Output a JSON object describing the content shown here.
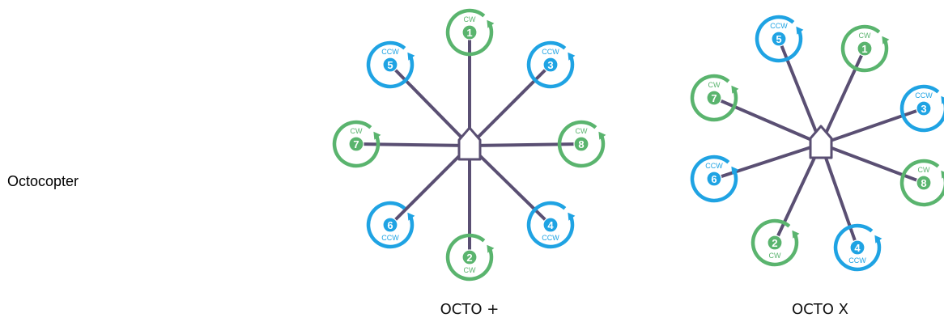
{
  "side_label": "Octocopter",
  "colors": {
    "cw": "#5ab46e",
    "ccw": "#1fa3e3",
    "frame": "#5a4f73",
    "body_fill": "#ffffff"
  },
  "diagrams": [
    {
      "caption": "OCTO +",
      "motors": [
        {
          "number": "1",
          "direction": "CW"
        },
        {
          "number": "3",
          "direction": "CCW"
        },
        {
          "number": "8",
          "direction": "CW"
        },
        {
          "number": "4",
          "direction": "CCW"
        },
        {
          "number": "2",
          "direction": "CW"
        },
        {
          "number": "6",
          "direction": "CCW"
        },
        {
          "number": "7",
          "direction": "CW"
        },
        {
          "number": "5",
          "direction": "CCW"
        }
      ]
    },
    {
      "caption": "OCTO X",
      "motors": [
        {
          "number": "1",
          "direction": "CW"
        },
        {
          "number": "3",
          "direction": "CCW"
        },
        {
          "number": "8",
          "direction": "CW"
        },
        {
          "number": "4",
          "direction": "CCW"
        },
        {
          "number": "2",
          "direction": "CW"
        },
        {
          "number": "6",
          "direction": "CCW"
        },
        {
          "number": "7",
          "direction": "CW"
        },
        {
          "number": "5",
          "direction": "CCW"
        }
      ]
    }
  ]
}
